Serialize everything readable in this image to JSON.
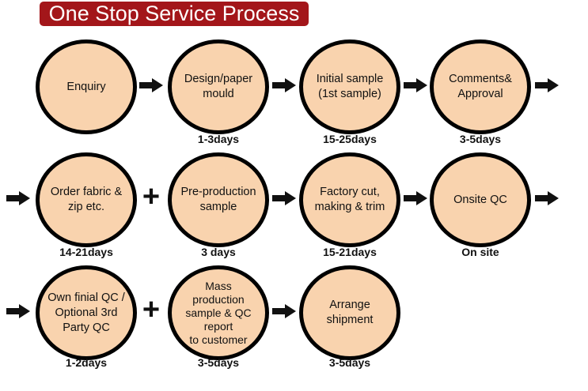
{
  "title": "One Stop Service Process",
  "steps": [
    {
      "label": "Enquiry",
      "duration": ""
    },
    {
      "label": "Design/paper\nmould",
      "duration": "1-3days"
    },
    {
      "label": "Initial sample\n(1st sample)",
      "duration": "15-25days"
    },
    {
      "label": "Comments&\nApproval",
      "duration": "3-5days"
    },
    {
      "label": "Order fabric &\nzip etc.",
      "duration": "14-21days"
    },
    {
      "label": "Pre-production\nsample",
      "duration": "3 days"
    },
    {
      "label": "Factory cut,\nmaking & trim",
      "duration": "15-21days"
    },
    {
      "label": "Onsite QC",
      "duration": "On site"
    },
    {
      "label": "Own finial QC /\nOptional 3rd\nParty QC",
      "duration": "1-2days"
    },
    {
      "label": "Mass\nproduction\nsample & QC\nreport\nto customer",
      "duration": "3-5days"
    },
    {
      "label": "Arrange\nshipment",
      "duration": "3-5days"
    }
  ],
  "plus_symbol": "+"
}
